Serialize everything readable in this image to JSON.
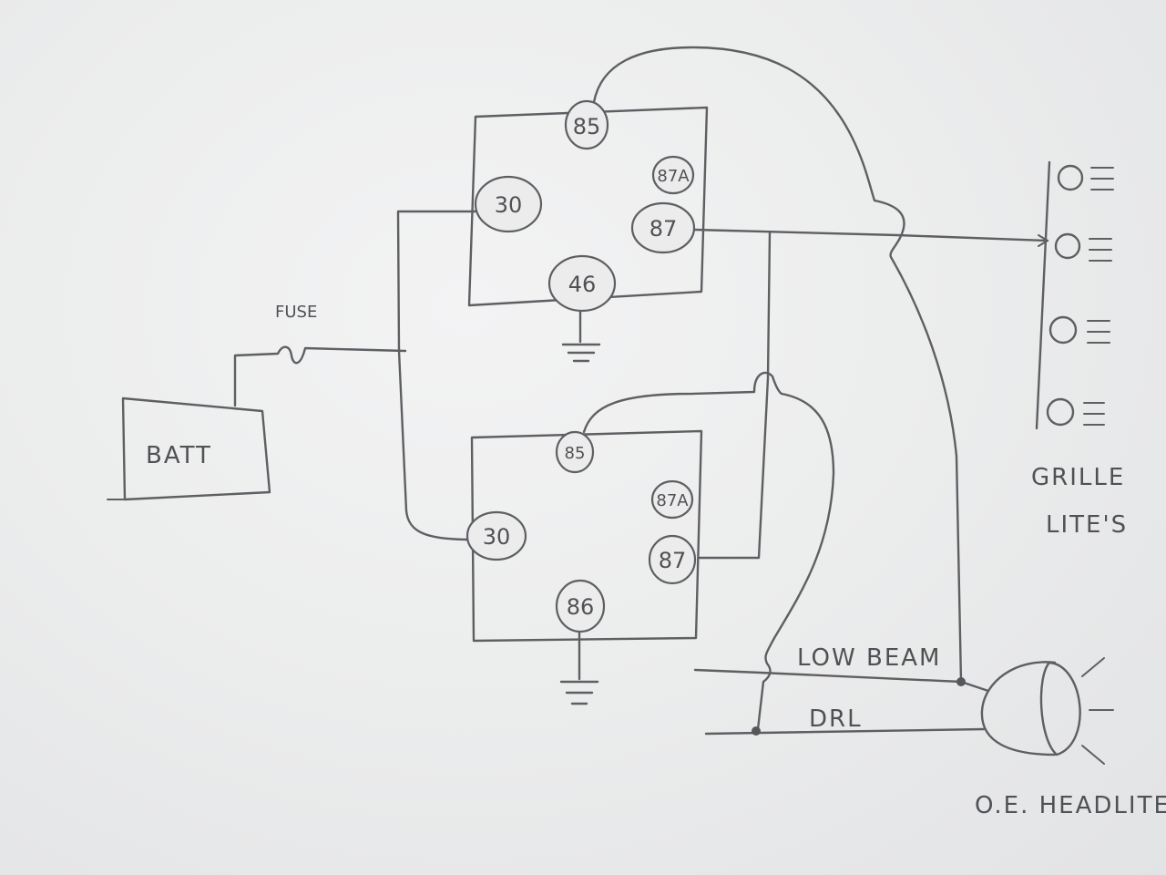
{
  "labels": {
    "fuse": "FUSE",
    "battery": "BATT",
    "grille_line1": "GRILLE",
    "grille_line2": "LITE'S",
    "low_beam": "LOW BEAM",
    "drl": "DRL",
    "headlight": "O.E. HEADLITE"
  },
  "relay_top": {
    "pin_85": "85",
    "pin_87a": "87A",
    "pin_30": "30",
    "pin_87": "87",
    "pin_86": "46"
  },
  "relay_bottom": {
    "pin_85": "85",
    "pin_87a": "87A",
    "pin_30": "30",
    "pin_87": "87",
    "pin_86": "86"
  },
  "colors": {
    "ink": "#5d5f63",
    "paper": "#eceded"
  }
}
